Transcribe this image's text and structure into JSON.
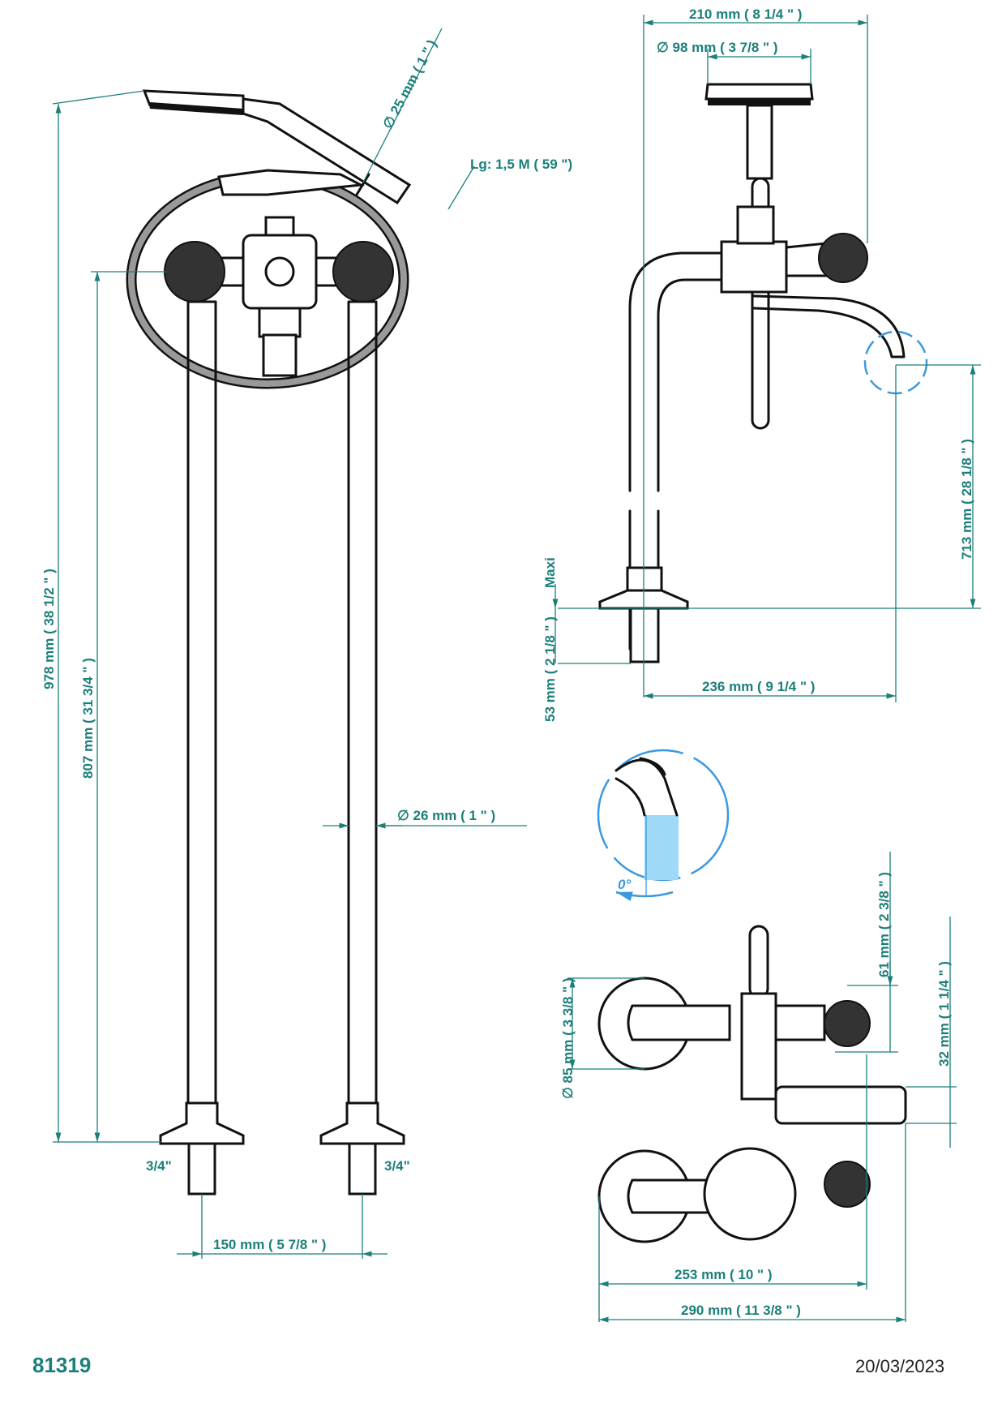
{
  "product_code": "81319",
  "date": "20/03/2023",
  "colors": {
    "dimension": "#1b7f7a",
    "detail": "#3b99e0",
    "water": "#9fd9f7"
  },
  "front_view": {
    "height_total": "978 mm ( 38 1/2 \" )",
    "height_valve": "807 mm ( 31 3/4 \" )",
    "pipe_diameter": "∅  26 mm ( 1 \" )",
    "handshower_diameter": "∅ 25 mm ( 1 \" )",
    "hose_length": "Lg: 1,5 M ( 59 \")",
    "thread_left": "3/4\"",
    "thread_right": "3/4\"",
    "pipe_spacing": "150 mm ( 5 7/8 \" )"
  },
  "side_view": {
    "width": "210 mm ( 8 1/4 \" )",
    "head_diameter": "∅  98 mm ( 3 7/8 \" )",
    "spout_height": "713 mm ( 28 1/8 \" )",
    "maxi_label": "Maxi",
    "floor_depth": "53 mm ( 2 1/8 \" )",
    "spout_reach": "236 mm ( 9 1/4 \" )"
  },
  "detail": {
    "angle": "0°"
  },
  "top_view": {
    "knob_offset": "61 mm ( 2 3/8 \" )",
    "spout_width": "32 mm ( 1 1/4 \" )",
    "escutcheon_diameter": "∅ 85 mm ( 3 3/8 \" )",
    "width_inner": "253 mm ( 10 \" )",
    "width_total": "290 mm ( 11 3/8 \" )"
  }
}
